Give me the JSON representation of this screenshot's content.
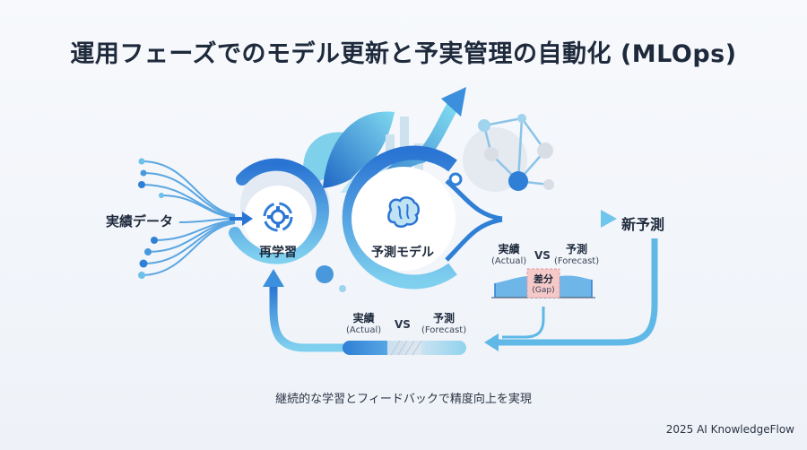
{
  "title": "運用フェーズでのモデル更新と予実管理の自動化 (MLOps)",
  "input_label": "実績データ",
  "retrain_label": "再学習",
  "model_label": "予測モデル",
  "new_forecast_label": "新予測",
  "gap_panel": {
    "actual": "実績",
    "actual_en": "(Actual)",
    "vs": "VS",
    "forecast": "予測",
    "forecast_en": "(Forecast)",
    "gap": "差分",
    "gap_en": "(Gap)"
  },
  "feedback_bar": {
    "actual": "実績",
    "actual_en": "(Actual)",
    "vs": "VS",
    "forecast": "予測",
    "forecast_en": "(Forecast)"
  },
  "caption": "継続的な学習とフィードバックで精度向上を実現",
  "footer": "2025 AI KnowledgeFlow",
  "icons": [
    "gear-cycle-icon",
    "brain-icon",
    "network-graph-icon",
    "growth-arrow-icon",
    "leaf-decoration"
  ],
  "colors": {
    "primary": "#2f7fd6",
    "light": "#8fd3ee",
    "dark": "#1e2a3c",
    "gap": "#f6c9c9"
  }
}
